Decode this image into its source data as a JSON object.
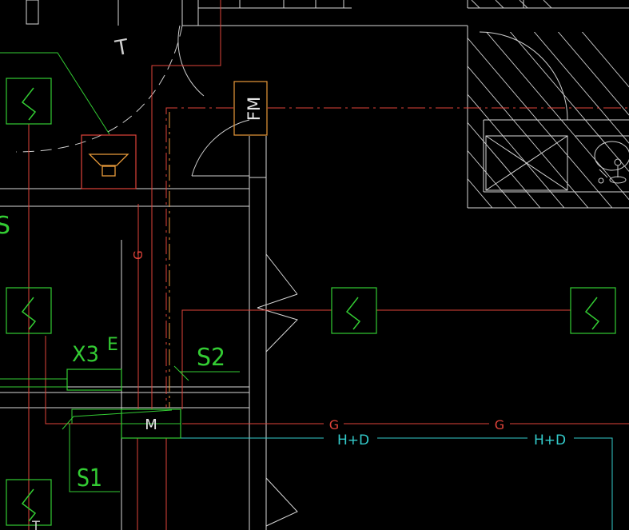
{
  "colors": {
    "background": "#000000",
    "wall": "#d8d8d8",
    "electrical": "#e0433a",
    "symbol": "#33cc33",
    "cable_hd": "#33cccc",
    "door": "#cfcfcf",
    "centerline": "#e0433a"
  },
  "labels": {
    "fm": "FM",
    "g_vertical": "G",
    "g_horizontal_1": "G",
    "g_horizontal_2": "G",
    "hd_1": "H+D",
    "hd_2": "H+D",
    "x3": "X3",
    "e": "E",
    "s2": "S2",
    "s1": "S1",
    "m": "M",
    "s_partial": "S",
    "t_mark": "T",
    "t_bottom": "T"
  },
  "icons": {
    "switch": "switch-zigzag-icon",
    "speaker": "loudspeaker-icon",
    "sink": "sink-fixture-icon"
  }
}
